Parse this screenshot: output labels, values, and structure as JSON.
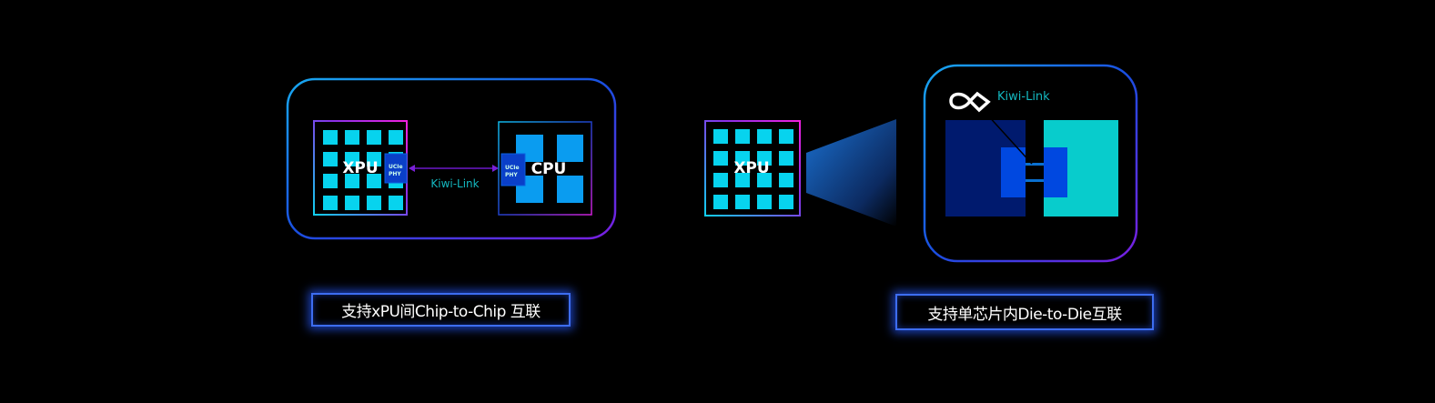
{
  "left_diagram": {
    "xpu_label": "XPU",
    "cpu_label": "CPU",
    "phy_label_1": "UCIe",
    "phy_label_2": "PHY",
    "link_label": "Kiwi-Link",
    "caption": "支持xPU间Chip-to-Chip 互联"
  },
  "right_diagram": {
    "xpu_label": "XPU",
    "link_label": "Kiwi-Link",
    "logo_icon": "infinity-link-icon",
    "caption": "支持单芯片内Die-to-Die互联"
  },
  "colors": {
    "cyan_tile": "#07d3ee",
    "cpu_tile": "#0a9cf0",
    "phy": "#0a3fc8",
    "link_text": "#14b8c0",
    "die_dark": "#001a6e",
    "die_cyan": "#08cccc",
    "die_blue": "#0048e0"
  }
}
